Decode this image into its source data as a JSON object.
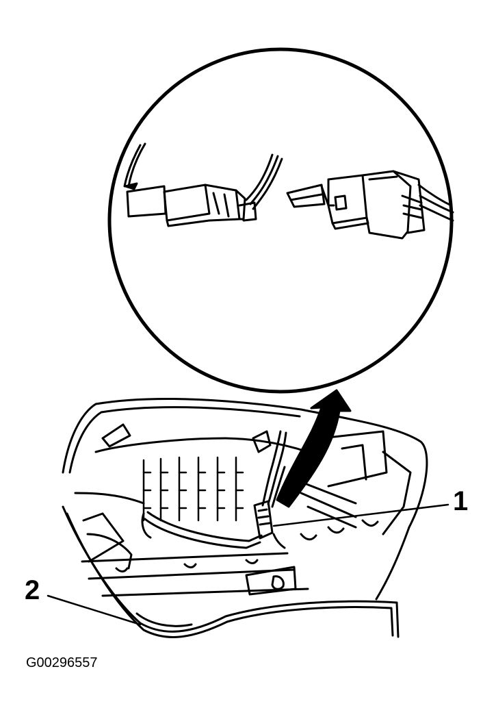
{
  "callouts": {
    "one": "1",
    "two": "2"
  },
  "figure_id": "G00296557",
  "colors": {
    "ink": "#000000",
    "paper": "#ffffff"
  }
}
